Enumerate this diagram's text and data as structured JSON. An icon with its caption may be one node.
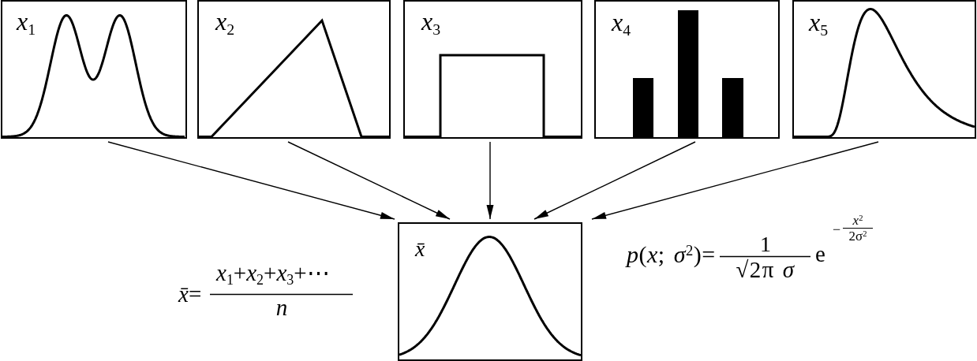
{
  "diagram": {
    "nodes": [
      {
        "text": [
          "*x*$_{1}$"
        ]
      },
      {
        "text": [
          "*x*$_{2}$"
        ]
      },
      {
        "text": [
          "*x*$_{3}$"
        ]
      },
      {
        "text": [
          "*x*$_{4}$"
        ]
      },
      {
        "text": [
          "*x*$_{5}$"
        ]
      },
      {
        "text": [
          "x̄"
        ]
      }
    ],
    "edges": [
      {
        "from": 0,
        "to": 5,
        "arrow": "to"
      },
      {
        "from": 1,
        "to": 5,
        "arrow": "to"
      },
      {
        "from": 2,
        "to": 5,
        "arrow": "to"
      },
      {
        "from": 3,
        "to": 5,
        "arrow": "to"
      },
      {
        "from": 4,
        "to": 5,
        "arrow": "to"
      }
    ],
    "labels": [
      "*x̄*=",
      "*x*$_{1}$+*x*$_{2}$+*x*$_{3}$+⋯",
      "n",
      "*p*(*x*; *σ*$^{2}$)=",
      "1",
      "√2π *σ*",
      "e",
      "−",
      "*x*$^{2}$",
      "2σ$^{2}$"
    ]
  }
}
